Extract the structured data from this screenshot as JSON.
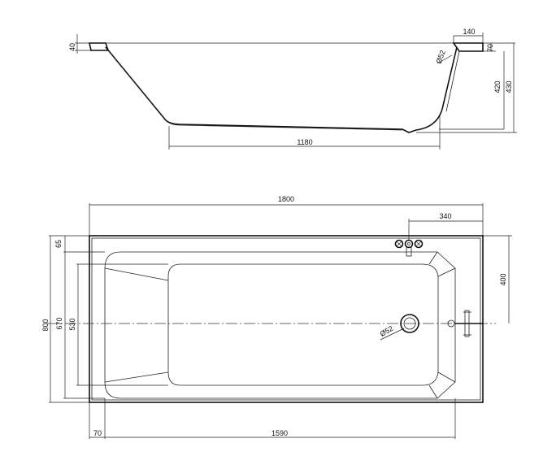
{
  "side_view": {
    "dim_rim_height": "40",
    "dim_rim_width": "140",
    "dim_rim_thickness": "70",
    "dim_drain_diameter": "Ø52",
    "dim_depth_inner": "420",
    "dim_depth_outer": "430",
    "dim_bottom_length": "1180"
  },
  "top_view": {
    "dim_total_length": "1800",
    "dim_overflow_offset": "340",
    "dim_overflow_depth": "400",
    "dim_rim_front": "65",
    "dim_total_width": "800",
    "dim_inner_width": "670",
    "dim_bottom_width": "530",
    "dim_drain_diameter": "Ø52",
    "dim_end_rim": "70",
    "dim_inner_length": "1590"
  }
}
